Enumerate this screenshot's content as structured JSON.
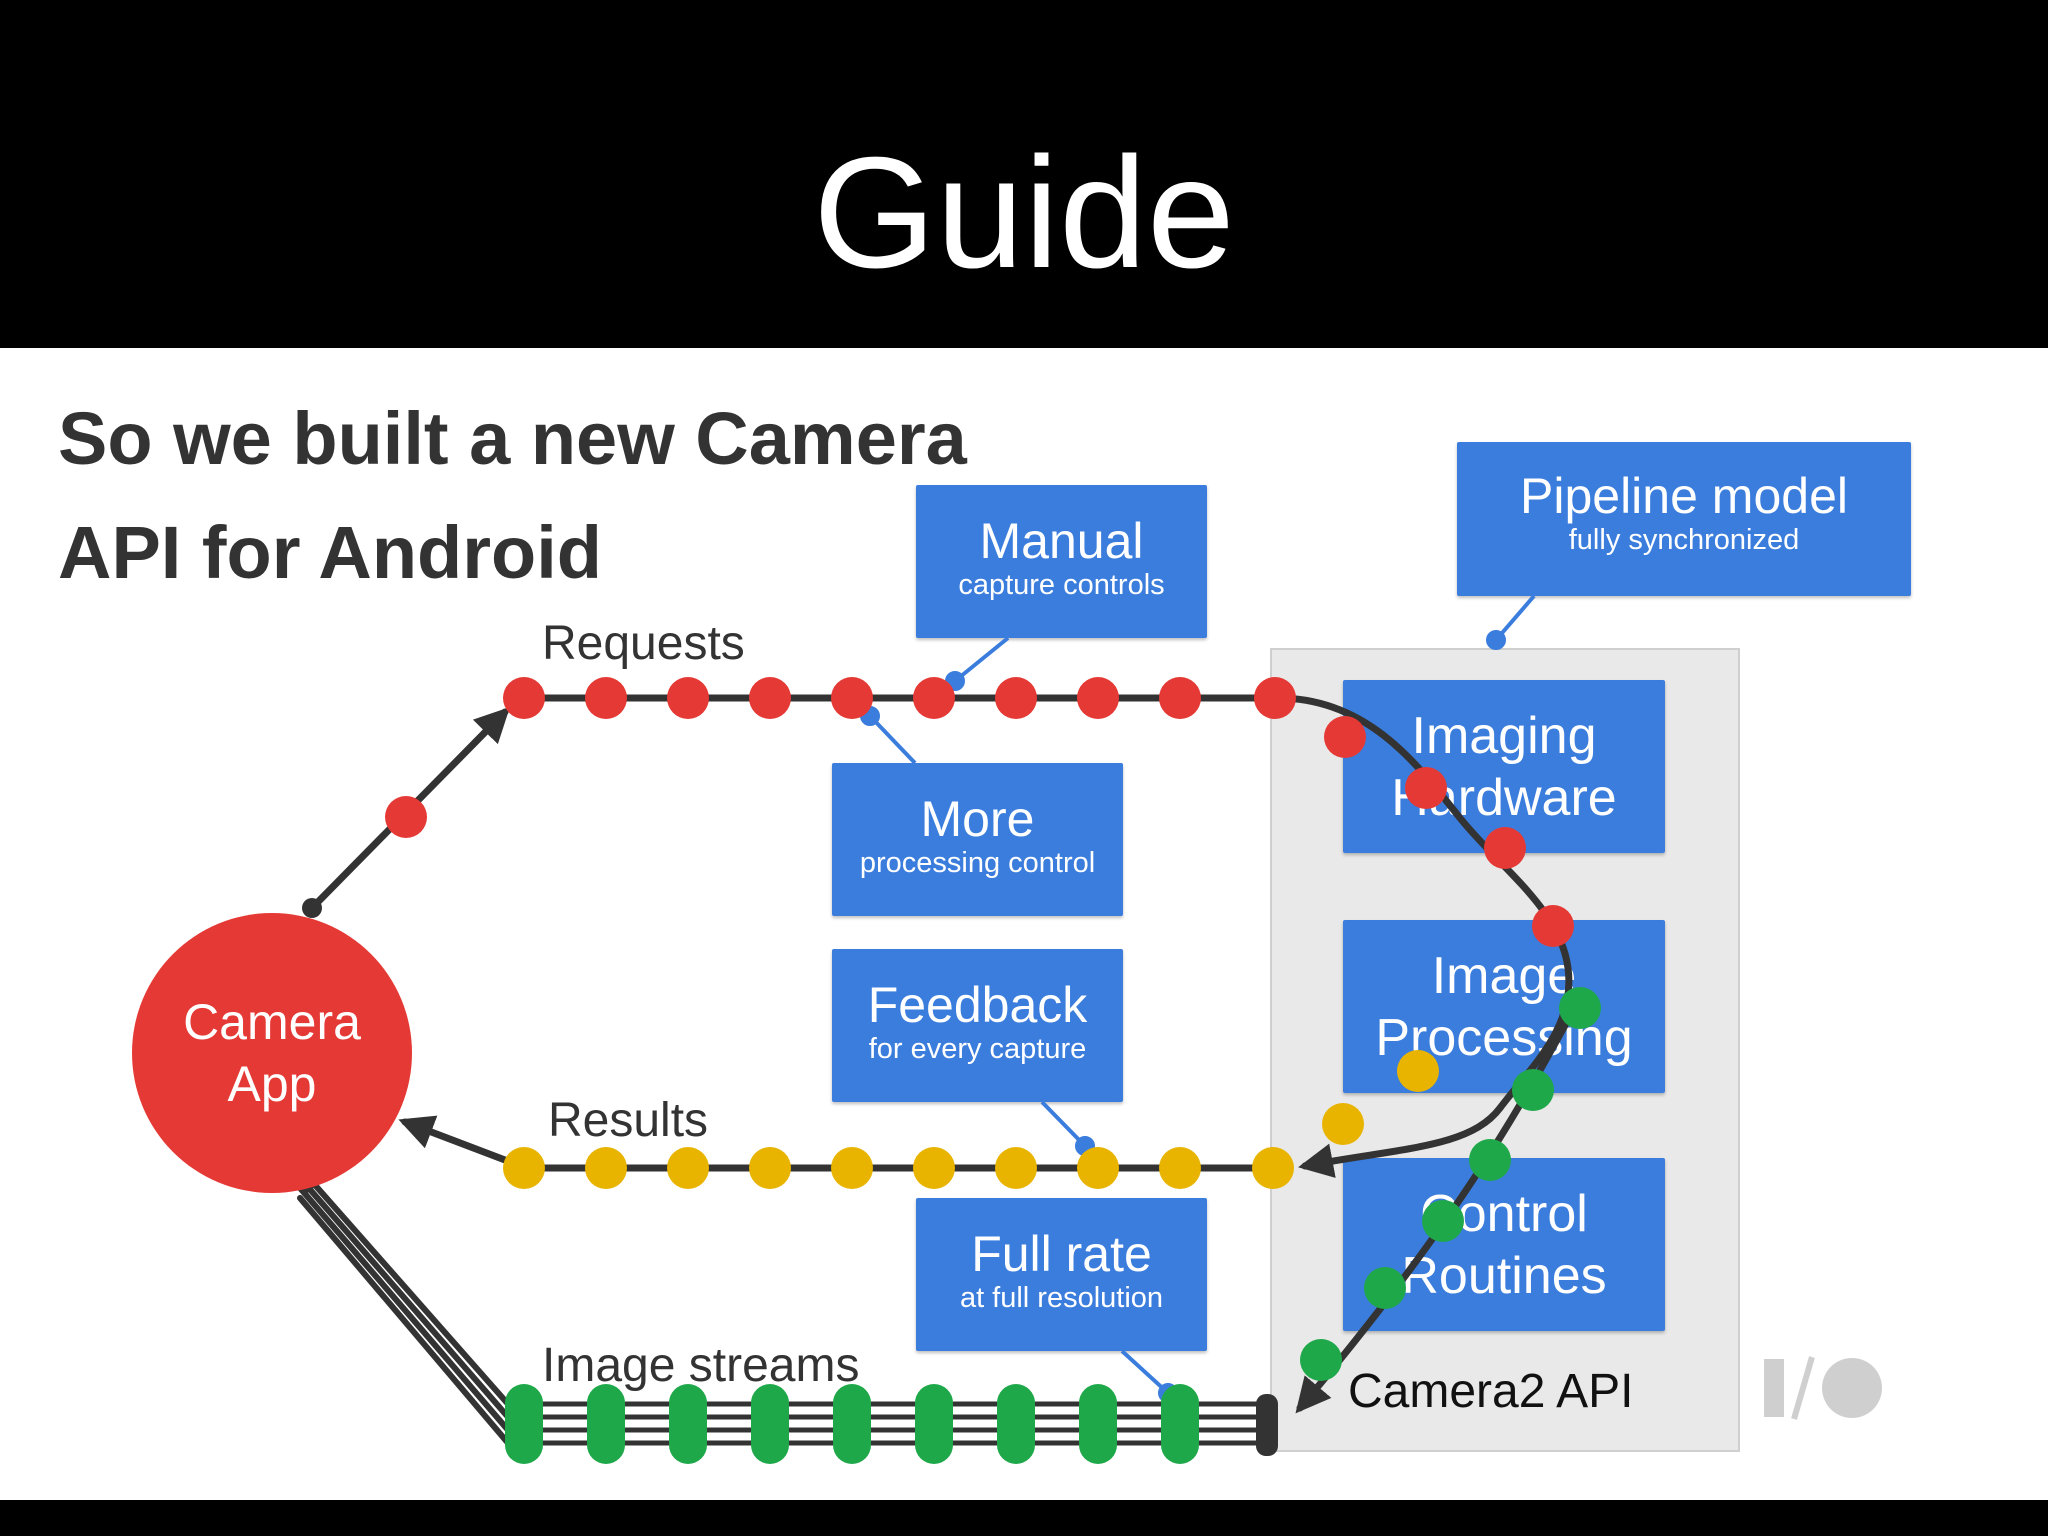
{
  "header": {
    "title": "Guide"
  },
  "slide": {
    "headline": [
      "So we built a new Camera",
      "API for Android"
    ],
    "camera_app": [
      "Camera",
      "App"
    ],
    "flows": {
      "requests": "Requests",
      "results": "Results",
      "image_streams": "Image streams"
    },
    "callouts": {
      "manual": {
        "title": "Manual",
        "sub": "capture controls"
      },
      "pipeline": {
        "title": "Pipeline model",
        "sub": "fully synchronized"
      },
      "more": {
        "title": "More",
        "sub": "processing control"
      },
      "feedback": {
        "title": "Feedback",
        "sub": "for every capture"
      },
      "fullrate": {
        "title": "Full rate",
        "sub": "at full resolution"
      }
    },
    "components": {
      "imaging": [
        "Imaging",
        "Hardware"
      ],
      "processing": [
        "Image",
        "Processing"
      ],
      "control": [
        "Control",
        "Routines"
      ]
    },
    "api_label": "Camera2 API",
    "logo_icon": "io-logo-icon"
  },
  "colors": {
    "request": "#e53935",
    "result": "#e8b400",
    "stream": "#1fa84a",
    "box": "#3b7ddd",
    "line": "#333333",
    "connector": "#3b7ddd"
  }
}
